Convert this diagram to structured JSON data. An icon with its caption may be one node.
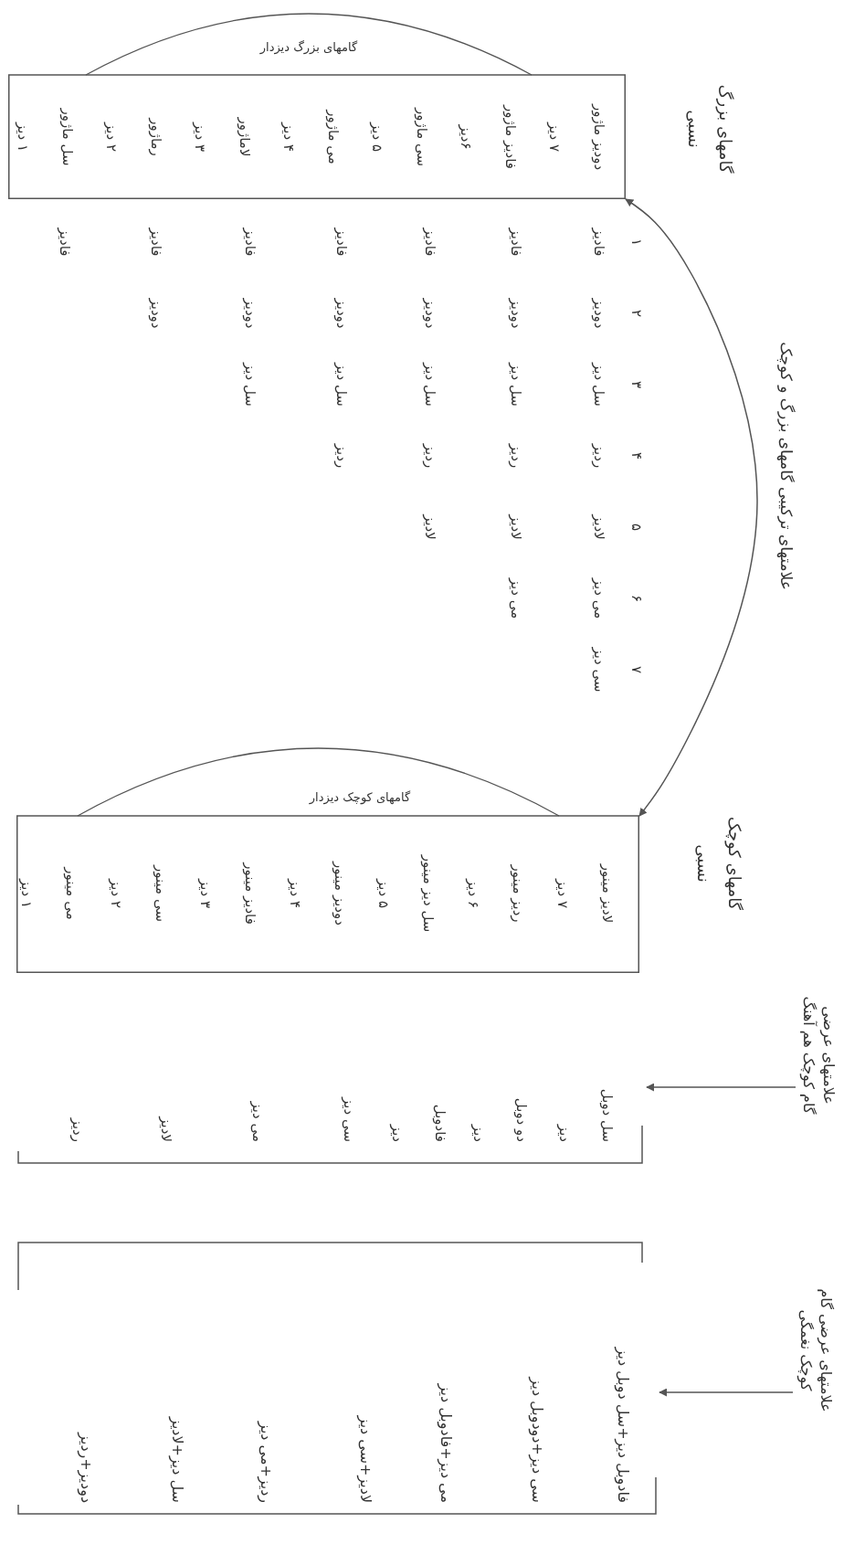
{
  "diagram": {
    "nodes": [
      {
        "text": [
          "گامهای بزرگ نسبی"
        ]
      },
      {
        "text": [
          "گامهای بزرگ دیزدار",
          "دودیز ماژور",
          "۷ دیز",
          "فادیز ماژور",
          "۶دیز",
          "سی ماژور",
          "۵ دیز",
          "می ماژور",
          "۴ دیز",
          "لاماژور",
          "۳ دیز",
          "رماژور",
          "۲ دیز",
          "سل ماژور",
          "۱ دیز"
        ]
      },
      {
        "text": [
          "گامهای کوچک نسبی"
        ]
      },
      {
        "text": [
          "گامهای کوچک دیزدار",
          "لادیز مینور",
          "۷ دیز",
          "ردیز مینور",
          "۶ دیز",
          "سل دیز مینور",
          "۵ دیز",
          "دودیز مینور",
          "۴ دیز",
          "فادیز مینور",
          "۳ دیز",
          "سی مینور",
          "۲ دیز",
          "می مینور",
          "۱ دیز"
        ]
      },
      {
        "text": [
          "علامتهای عرضی گام کوچک هم آهنگ"
        ]
      },
      {
        "text": [
          "سل دوبل",
          "دیز",
          "دو دوبل",
          "دیز",
          "فادوبل",
          "دیز",
          "سی دیز",
          "می دیز",
          "لادیز",
          "ردیز"
        ]
      },
      {
        "text": [
          "علامتهای عرضی گام کوچک نغمگی"
        ]
      },
      {
        "text": [
          "فادوبل دیز+سل دوبل دیز",
          "سی دیز+دودوبل دیز",
          "می دیز+فادوبل دیز",
          "لادیز+سی دیز",
          "ردیز+می دیز",
          "سل دیز+لادیز",
          "دودیز+ردیز"
        ]
      }
    ],
    "edges": [
      {
        "from": 1,
        "to": 3,
        "arrow": "both",
        "label": "علامتهای ترکیبی گامهای بزرگ و کوچک"
      },
      {
        "from": 4,
        "to": 5,
        "arrow": "to"
      },
      {
        "from": 6,
        "to": 7,
        "arrow": "to"
      }
    ],
    "labels": [
      "۷",
      "۶",
      "۵",
      "۴",
      "۳",
      "۲",
      "۱",
      "سی دیز",
      "می دیز",
      "لادیز",
      "ردیز",
      "سل دیز",
      "دودیز",
      "فادیز",
      "می دیز",
      "لادیز",
      "ردیز",
      "سل دیز",
      "دودیز",
      "فادیز",
      "لادیز",
      "ردیز",
      "سل دیز",
      "دودیز",
      "فادیز",
      "ردیز",
      "سل دیز",
      "دودیز",
      "فادیز",
      "سل دیز",
      "دودیز",
      "فادیز",
      "دودیز",
      "فادیز",
      "فادیز"
    ]
  }
}
